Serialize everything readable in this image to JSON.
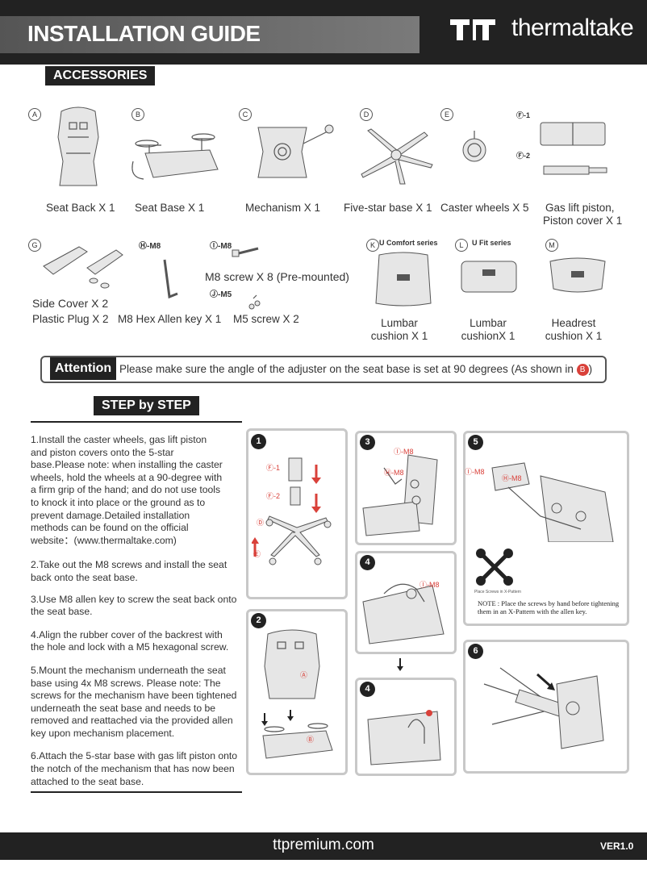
{
  "header": {
    "title": "INSTALLATION GUIDE",
    "brand": "thermaltake"
  },
  "sections": {
    "accessories": "ACCESSORIES",
    "steps": "STEP by STEP"
  },
  "accessories_row1": [
    {
      "letter": "A",
      "label": "Seat Back X 1"
    },
    {
      "letter": "B",
      "label": "Seat Base X 1"
    },
    {
      "letter": "C",
      "label": "Mechanism X 1"
    },
    {
      "letter": "D",
      "label": "Five-star base X 1"
    },
    {
      "letter": "E",
      "label": "Caster wheels X 5"
    },
    {
      "letter": "F",
      "label": "Gas lift piston,",
      "label2": "Piston cover X 1"
    }
  ],
  "accessories_row2": {
    "g_letter": "G",
    "h_tag": "Ⓗ-M8",
    "i_tag": "Ⓘ-M8",
    "j_tag": "Ⓙ-M5",
    "f1_tag": "Ⓕ-1",
    "f2_tag": "Ⓕ-2",
    "m8_screw": "M8 screw X 8   (Pre-mounted)",
    "side_cover": "Side Cover X 2",
    "plastic_plug": "Plastic Plug  X 2",
    "allen_key": "M8 Hex Allen key X 1",
    "m5_screw": "M5 screw X 2",
    "k_series": "U Comfort series",
    "l_series": "U Fit series",
    "k_label1": "Lumbar",
    "k_label2": "cushion X 1",
    "l_label1": "Lumbar",
    "l_label2": "cushionX 1",
    "m_label1": "Headrest",
    "m_label2": "cushion X 1",
    "k_letter": "K",
    "l_letter": "L",
    "m_letter": "M"
  },
  "attention": {
    "label": "Attention",
    "text": "Please make sure the angle of the adjuster on the seat base is set at 90 degrees (As shown in",
    "ref": "B",
    "close": ")"
  },
  "steps": [
    "1.Install the caster wheels, gas lift piston and piston covers onto the 5-star base.Please note: when installing the caster wheels, hold the wheels at a 90-degree with a firm grip of the hand; and do not use tools to knock it into place or the ground as to prevent damage.Detailed installation methods can be found on the official website：(www.thermaltake.com)",
    "2.Take out the M8 screws and install the seat back onto the seat base.",
    "3.Use M8 allen key to screw the seat back onto the seat base.",
    "4.Align the rubber cover of the backrest with the hole and lock with a M5 hexagonal screw.",
    "5.Mount the mechanism underneath the seat base using 4x M8 screws. Please note: The screws for the mechanism have been tightened underneath the seat base and needs to be removed and reattached via the provided allen key upon mechanism placement.",
    "6.Attach the 5-star base with gas lift piston onto the notch of the mechanism that has now been attached to the seat base."
  ],
  "panels": {
    "p1": "1",
    "p2": "2",
    "p3": "3",
    "p4a": "4",
    "p4b": "4",
    "p5": "5",
    "p6": "6",
    "p1_tags": [
      "Ⓕ-1",
      "Ⓕ-2",
      "Ⓓ",
      "Ⓔ"
    ],
    "p3_tags": [
      "Ⓘ-M8",
      "Ⓗ-M8"
    ],
    "p4_tag": "Ⓘ-M8",
    "p5_tags": [
      "Ⓘ-M8",
      "Ⓗ-M8"
    ],
    "p5_pattern": "Place Screws in X-Pattern",
    "p5_note": "NOTE : Place the screws by hand before tightening them in an X-Pattern with the allen key.",
    "p2_tags": [
      "Ⓐ",
      "Ⓑ"
    ]
  },
  "footer": {
    "url": "ttpremium.com",
    "version": "VER1.0"
  }
}
